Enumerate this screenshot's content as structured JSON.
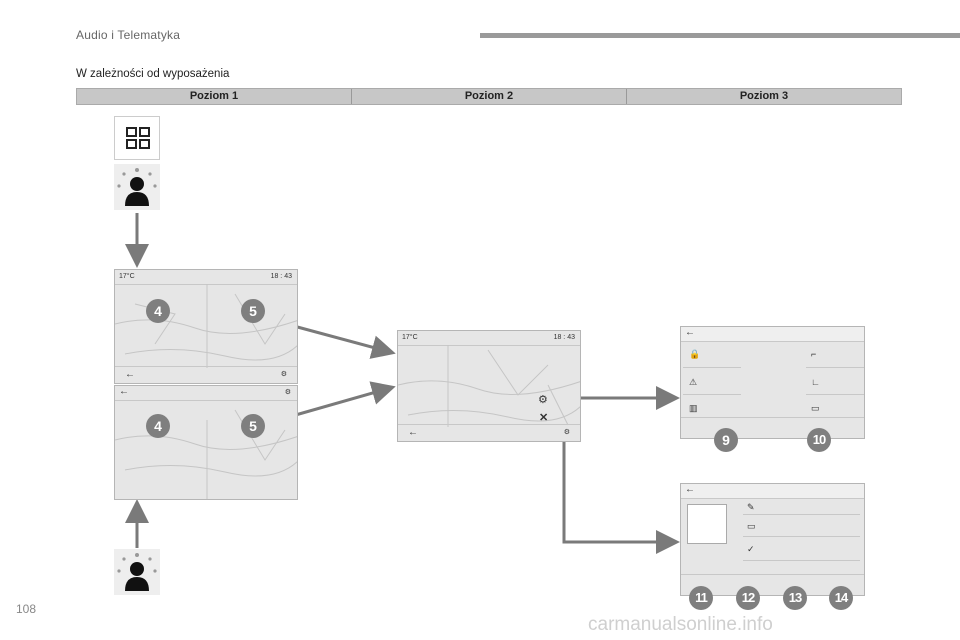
{
  "header": {
    "title": "Audio i Telematyka"
  },
  "subtitle": "W zależności od wyposażenia",
  "levels": [
    "Poziom 1",
    "Poziom 2",
    "Poziom 3"
  ],
  "screens": {
    "temp": "17°C",
    "clock": "18 : 43"
  },
  "badges": [
    "4",
    "5",
    "4",
    "5",
    "9",
    "10",
    "11",
    "12",
    "13",
    "14"
  ],
  "icons": {
    "grid": "grid-icon",
    "face_recognition": "person-icon",
    "back": "back-arrow-icon",
    "settings": "settings-icon",
    "close": "close-icon",
    "profile_settings": "profile-settings-icon"
  },
  "footer": {
    "page_number": "108",
    "watermark": "carmanualsonline.info"
  },
  "colors": {
    "arrow": "#7a7a7a",
    "badge": "#7f7f7f",
    "screen_bg": "#e6e6e6",
    "levels_bg": "#c7c7c7"
  }
}
